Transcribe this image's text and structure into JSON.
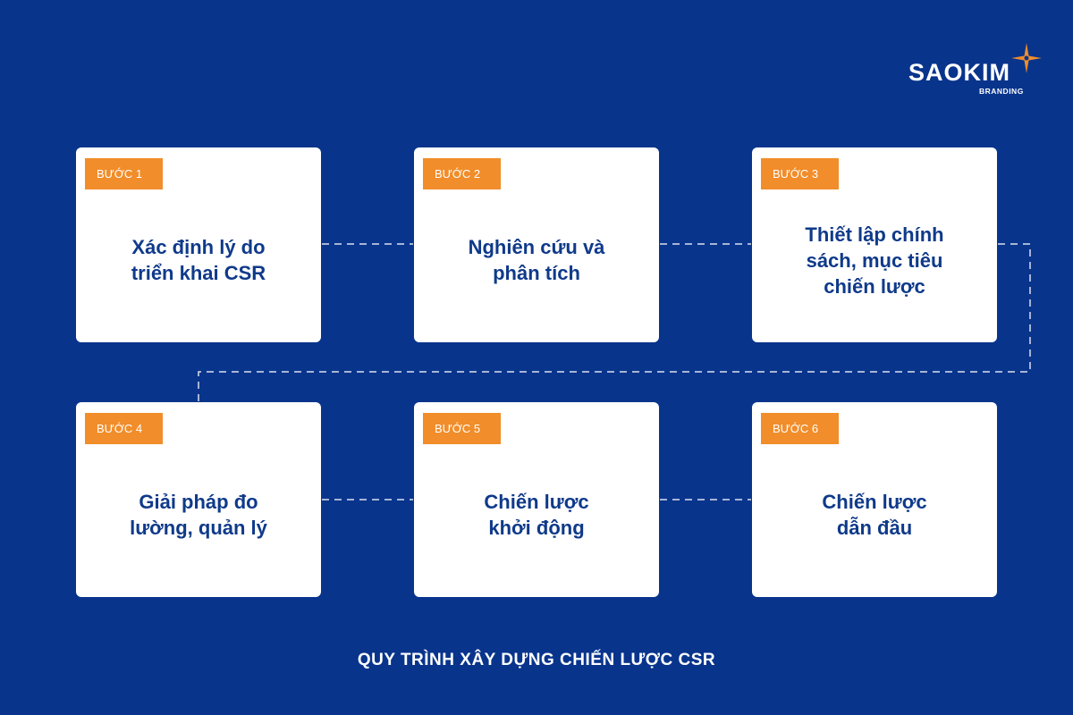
{
  "brand": {
    "name": "SAOKIM",
    "tagline": "BRANDING",
    "star_color": "#f18d2a"
  },
  "colors": {
    "background": "#08348c",
    "card": "#ffffff",
    "badge": "#f18d2a",
    "step_text": "#0f3a8a",
    "connector": "#ffffff"
  },
  "steps": [
    {
      "label": "BƯỚC 1",
      "title": "Xác định lý do triển khai CSR"
    },
    {
      "label": "BƯỚC 2",
      "title": "Nghiên cứu và phân tích"
    },
    {
      "label": "BƯỚC 3",
      "title": "Thiết lập chính sách, mục tiêu chiến lược"
    },
    {
      "label": "BƯỚC 4",
      "title": "Giải pháp đo lường, quản lý"
    },
    {
      "label": "BƯỚC 5",
      "title": "Chiến lược khởi động"
    },
    {
      "label": "BƯỚC 6",
      "title": "Chiến lược dẫn đầu"
    }
  ],
  "footer": {
    "title": "QUY TRÌNH XÂY DỰNG CHIẾN LƯỢC CSR"
  }
}
